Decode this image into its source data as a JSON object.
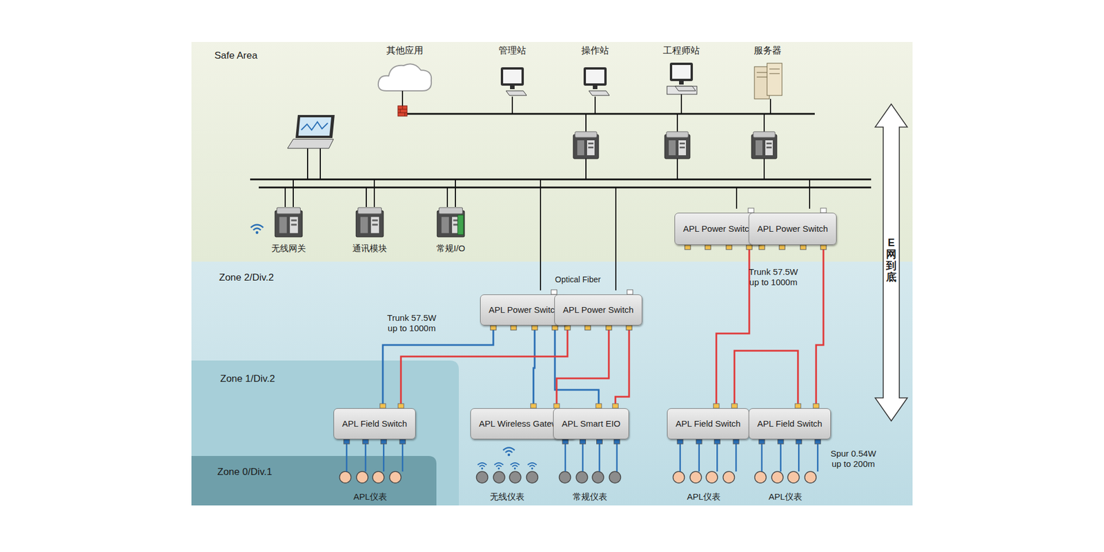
{
  "diagram": {
    "nodes": [
      {
        "text": [
          "Safe Area"
        ]
      },
      {
        "text": [
          "其他应用"
        ],
        "in": 0
      },
      {
        "text": [
          "管理站"
        ],
        "in": 0
      },
      {
        "text": [
          "操作站"
        ],
        "in": 0
      },
      {
        "text": [
          "工程师站"
        ],
        "in": 0
      },
      {
        "text": [
          "服务器"
        ],
        "in": 0
      },
      {
        "text": [
          "无线网关"
        ],
        "in": 0
      },
      {
        "text": [
          "通讯模块"
        ],
        "in": 0
      },
      {
        "text": [
          "常规I/O"
        ],
        "in": 0
      },
      {
        "text": [
          "APL Power Switch"
        ],
        "in": 0
      },
      {
        "text": [
          "APL Power Switch"
        ],
        "in": 0
      },
      {
        "text": [
          "Zone 2/Div.2"
        ]
      },
      {
        "text": [
          "APL Power Switch"
        ],
        "in": 11
      },
      {
        "text": [
          "APL Power Switch"
        ],
        "in": 11
      },
      {
        "text": [
          "Zone 1/Div.2"
        ],
        "in": 11
      },
      {
        "text": [
          "APL Field Switch"
        ],
        "in": 14
      },
      {
        "text": [
          "APL Wireless Gateway"
        ],
        "in": 11
      },
      {
        "text": [
          "APL Smart EIO"
        ],
        "in": 11
      },
      {
        "text": [
          "APL Field Switch"
        ],
        "in": 11
      },
      {
        "text": [
          "APL Field Switch"
        ],
        "in": 11
      },
      {
        "text": [
          "Zone 0/Div.1"
        ],
        "in": 14
      },
      {
        "text": [
          "APL仪表"
        ],
        "in": 20
      },
      {
        "text": [
          "无线仪表"
        ],
        "in": 11
      },
      {
        "text": [
          "常规仪表"
        ],
        "in": 11
      },
      {
        "text": [
          "APL仪表"
        ],
        "in": 11
      },
      {
        "text": [
          "APL仪表"
        ],
        "in": 11
      }
    ],
    "edges": [
      {
        "from": 12,
        "to": 15,
        "arrow": "none"
      },
      {
        "from": 12,
        "to": 16,
        "arrow": "none"
      },
      {
        "from": 12,
        "to": 17,
        "arrow": "none"
      },
      {
        "from": 13,
        "to": 15,
        "arrow": "none"
      },
      {
        "from": 13,
        "to": 16,
        "arrow": "none"
      },
      {
        "from": 13,
        "to": 17,
        "arrow": "none"
      },
      {
        "from": 9,
        "to": 18,
        "arrow": "none"
      },
      {
        "from": 10,
        "to": 19,
        "arrow": "none"
      },
      {
        "from": 18,
        "to": 19,
        "arrow": "none"
      },
      {
        "from": 15,
        "to": 21,
        "arrow": "none"
      },
      {
        "from": 17,
        "to": 23,
        "arrow": "none"
      },
      {
        "from": 18,
        "to": 24,
        "arrow": "none"
      },
      {
        "from": 19,
        "to": 25,
        "arrow": "none"
      }
    ],
    "labels": [
      "Optical Fiber",
      "Trunk 57.5W up to 1000m",
      "Trunk 57.5W up to 1000m",
      "Spur 0.54W up to 200m",
      "E网到底"
    ]
  }
}
